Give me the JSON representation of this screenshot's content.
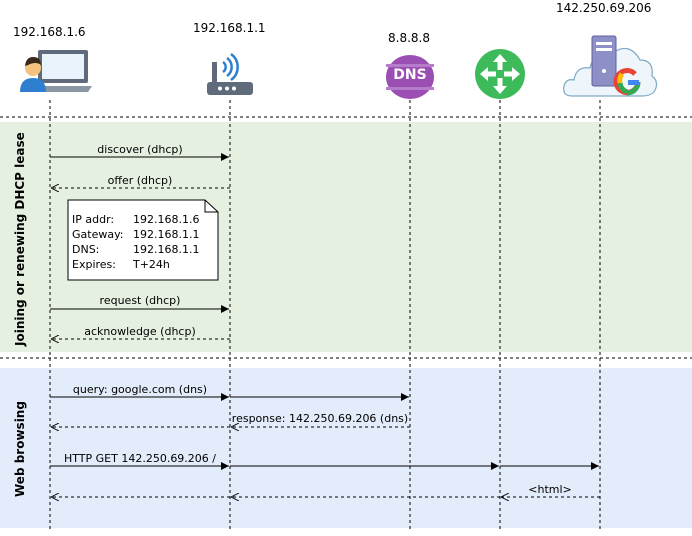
{
  "hosts": {
    "laptop": {
      "ip": "192.168.1.6",
      "icon": "laptop-user-icon"
    },
    "router": {
      "ip": "192.168.1.1",
      "icon": "wifi-router-icon"
    },
    "dns": {
      "ip": "8.8.8.8",
      "icon": "dns-server-icon",
      "badge": "DNS"
    },
    "relay": {
      "ip": "",
      "icon": "network-router-icon"
    },
    "google": {
      "ip": "142.250.69.206",
      "icon": "cloud-server-google-icon",
      "badge": "G"
    }
  },
  "sections": {
    "dhcp": {
      "title": "Joining or renewing DHCP lease"
    },
    "web": {
      "title": "Web browsing"
    }
  },
  "messages": {
    "discover": "discover (dhcp)",
    "offer": "offer (dhcp)",
    "request": "request (dhcp)",
    "acknowledge": "acknowledge (dhcp)",
    "query": "query: google.com (dns)",
    "response": "response: 142.250.69.206 (dns)",
    "http_get": "HTTP GET 142.250.69.206 /",
    "html": "<html>"
  },
  "lease_note": {
    "lines": [
      {
        "key": "IP addr:",
        "value": "192.168.1.6"
      },
      {
        "key": "Gateway:",
        "value": "192.168.1.1"
      },
      {
        "key": "DNS:",
        "value": "192.168.1.1"
      },
      {
        "key": "Expires:",
        "value": "T+24h"
      }
    ]
  },
  "colors": {
    "dhcp_band": "#e6f0e1",
    "web_band": "#e3ecfa",
    "dns_purple": "#9b4fb3",
    "router_green": "#3dbb5b",
    "device_gray": "#5f6b7a"
  }
}
